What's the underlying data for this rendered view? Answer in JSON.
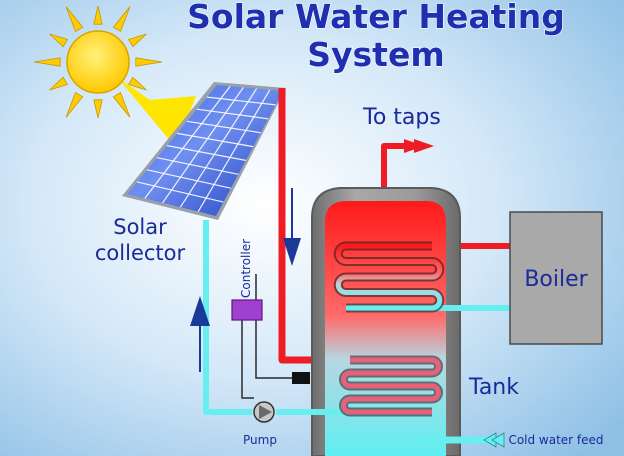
{
  "title": {
    "line1": "Solar Water Heating",
    "line2": "System"
  },
  "labels": {
    "to_taps": "To taps",
    "solar": "Solar",
    "collector": "collector",
    "controller": "Controller",
    "boiler": "Boiler",
    "tank": "Tank",
    "pump": "Pump",
    "cold_water_feed": "Cold water feed"
  },
  "colors": {
    "background_center": "#ffffff",
    "background_edge": "#8ec0e6",
    "hot_pipe": "#ee1c24",
    "cold_pipe": "#66eef0",
    "text": "#1a2a9a",
    "title": "#1e2fb0",
    "controller": "#a040d0",
    "boiler": "#a9a9a9",
    "tank_shell": "#8c8c8c",
    "panel": "#2a4fd8",
    "sun": "#ffd400",
    "arrow": "#1a3a9a"
  },
  "icons": {
    "sun": "sun-icon",
    "pump": "pump-icon",
    "flow_arrow": "arrow-icon"
  }
}
